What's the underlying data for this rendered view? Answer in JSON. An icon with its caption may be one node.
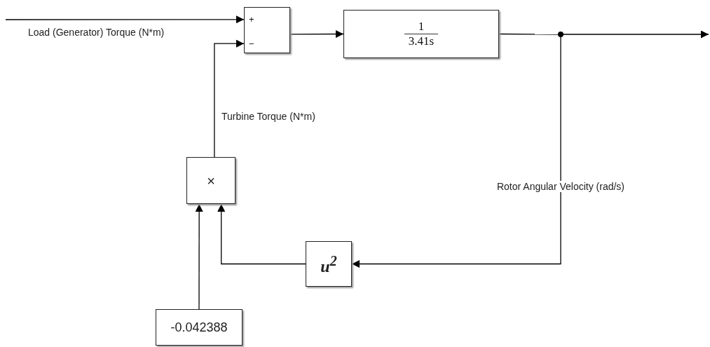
{
  "diagram": {
    "nodes": [
      {
        "text": [
          "+",
          "−"
        ]
      },
      {
        "text": [
          "1",
          "3.41s"
        ]
      },
      {
        "text": [
          "×"
        ]
      },
      {
        "text": [
          "u$^{2}$"
        ]
      },
      {
        "text": [
          "-0.042388"
        ]
      },
      {
        "text": [],
        "shape": "circle"
      }
    ],
    "edges": [
      {
        "from": null,
        "to": 0,
        "arrow": "to",
        "label": "Load (Generator) Torque  (N*m)"
      },
      {
        "from": 2,
        "to": 0,
        "arrow": "to",
        "label": "Turbine Torque (N*m)"
      },
      {
        "from": 0,
        "to": 1,
        "arrow": "to"
      },
      {
        "from": 1,
        "to": 5,
        "arrow": "none"
      },
      {
        "from": 5,
        "to": null,
        "arrow": "to"
      },
      {
        "from": 5,
        "to": 3,
        "arrow": "to",
        "label": "Rotor Angular Velocity (rad/s)"
      },
      {
        "from": 3,
        "to": 2,
        "arrow": "to"
      },
      {
        "from": 4,
        "to": 2,
        "arrow": "to"
      }
    ]
  }
}
